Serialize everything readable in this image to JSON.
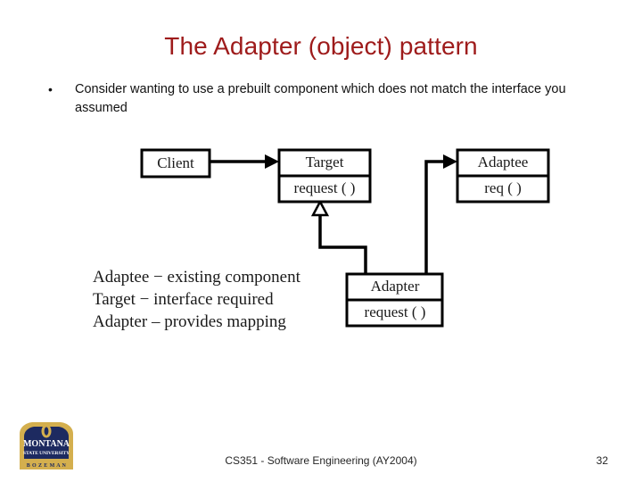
{
  "slide": {
    "title": "The Adapter (object) pattern",
    "bullets": [
      {
        "marker": "•",
        "text": "Consider wanting to use a prebuilt component which does not match the interface you assumed"
      }
    ]
  },
  "diagram": {
    "type": "uml-class-diagram",
    "boxes": [
      {
        "id": "client",
        "name": "Client",
        "operation": null
      },
      {
        "id": "target",
        "name": "Target",
        "operation": "request ( )"
      },
      {
        "id": "adaptee",
        "name": "Adaptee",
        "operation": "req ( )"
      },
      {
        "id": "adapter",
        "name": "Adapter",
        "operation": "request ( )"
      }
    ],
    "connections": [
      {
        "from": "client",
        "to": "target",
        "kind": "association",
        "arrowhead": "solid-filled"
      },
      {
        "from": "adapter",
        "to": "target",
        "kind": "generalization",
        "arrowhead": "hollow-triangle"
      },
      {
        "from": "adapter",
        "to": "adaptee",
        "kind": "association",
        "arrowhead": "solid-filled"
      }
    ]
  },
  "legend": {
    "lines": [
      "Adaptee − existing component",
      "Target − interface required",
      "Adapter – provides mapping"
    ]
  },
  "footer": {
    "course": "CS351 - Software Engineering (AY2004)",
    "page_number": "32"
  },
  "logo": {
    "line1": "MONTANA",
    "line2": "STATE UNIVERSITY",
    "line3": "B O Z E M A N"
  },
  "colors": {
    "title": "#9e1b1b",
    "body_text": "#111111",
    "diagram_stroke": "#000000",
    "logo_gold": "#d4af4e",
    "logo_navy": "#1d2a60",
    "background": "#ffffff"
  }
}
